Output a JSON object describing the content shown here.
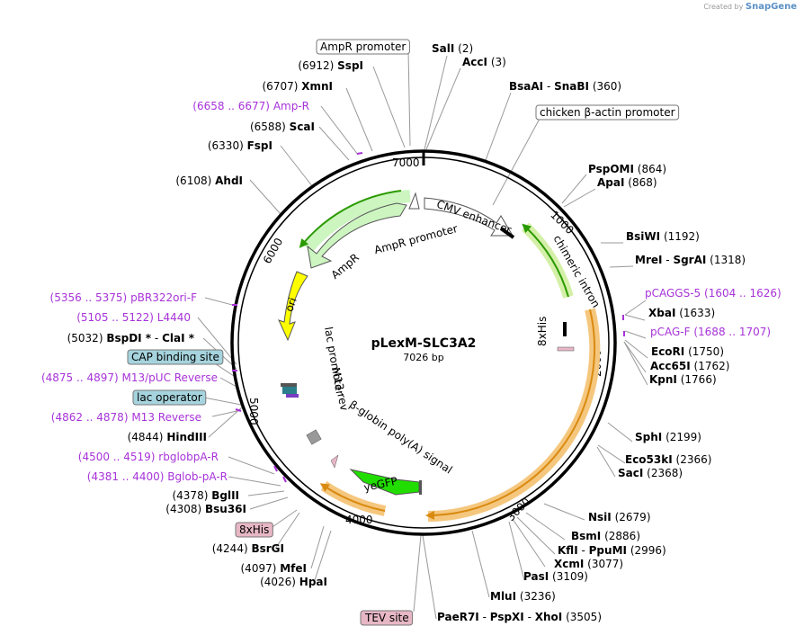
{
  "branding": {
    "created_by": "Created by",
    "product": "SnapGene"
  },
  "plasmid": {
    "name": "pLexM-SLC3A2",
    "length_label": "7026 bp",
    "length_bp": 7026
  },
  "ticks": [
    "1000",
    "2000",
    "3000",
    "4000",
    "5000",
    "6000",
    "7000"
  ],
  "features": {
    "ampr_promoter": "AmpR promoter",
    "cmv_enhancer": "CMV enhancer",
    "chimeric_intron": "chimeric intron",
    "ampr": "AmpR",
    "ori": "ori",
    "lac_promoter": "lac promoter",
    "m13_rev": "M13 rev",
    "his8": "8xHis",
    "beta_globin": "β-globin poly(A) signal",
    "yegfp": "yeGFP"
  },
  "colors": {
    "ampr": "#ccf5c0",
    "ori": "#ffff00",
    "yegfp": "#22dd00",
    "primer": "#a733d8",
    "orf": "#f5c77e",
    "tag": "#e7b7c6",
    "cap": "#a6d4de"
  },
  "labels": [
    {
      "id": "sali",
      "name": "SalI",
      "pos": "(2)",
      "kind": "enzyme"
    },
    {
      "id": "acci",
      "name": "AccI",
      "pos": "(3)",
      "kind": "enzyme"
    },
    {
      "id": "bsaai",
      "name": "BsaAI",
      "sep": " - ",
      "name2": "SnaBI",
      "pos": "(360)",
      "kind": "enzyme"
    },
    {
      "id": "chicken-actin",
      "name": "chicken β-actin promoter",
      "kind": "boxed"
    },
    {
      "id": "pspomi",
      "name": "PspOMI",
      "pos": "(864)",
      "kind": "enzyme"
    },
    {
      "id": "apai",
      "name": "ApaI",
      "pos": "(868)",
      "kind": "enzyme"
    },
    {
      "id": "bsiwi",
      "name": "BsiWI",
      "pos": "(1192)",
      "kind": "enzyme"
    },
    {
      "id": "mrei",
      "name": "MreI",
      "sep": " - ",
      "name2": "SgrAI",
      "pos": "(1318)",
      "kind": "enzyme"
    },
    {
      "id": "pcaggs5",
      "name": "pCAGGS-5",
      "pos": "(1604 .. 1626)",
      "kind": "primer"
    },
    {
      "id": "xbai",
      "name": "XbaI",
      "pos": "(1633)",
      "kind": "enzyme"
    },
    {
      "id": "pcagf",
      "name": "pCAG-F",
      "pos": "(1688 .. 1707)",
      "kind": "primer"
    },
    {
      "id": "ecori",
      "name": "EcoRI",
      "pos": "(1750)",
      "kind": "enzyme"
    },
    {
      "id": "acc65i",
      "name": "Acc65I",
      "pos": "(1762)",
      "kind": "enzyme"
    },
    {
      "id": "kpni",
      "name": "KpnI",
      "pos": "(1766)",
      "kind": "enzyme"
    },
    {
      "id": "sphi",
      "name": "SphI",
      "pos": "(2199)",
      "kind": "enzyme"
    },
    {
      "id": "eco53ki",
      "name": "Eco53kI",
      "pos": "(2366)",
      "kind": "enzyme"
    },
    {
      "id": "saci",
      "name": "SacI",
      "pos": "(2368)",
      "kind": "enzyme"
    },
    {
      "id": "nsii",
      "name": "NsiI",
      "pos": "(2679)",
      "kind": "enzyme"
    },
    {
      "id": "bsmi",
      "name": "BsmI",
      "pos": "(2886)",
      "kind": "enzyme"
    },
    {
      "id": "kfli",
      "name": "KflI",
      "sep": " - ",
      "name2": "PpuMI",
      "pos": "(2996)",
      "kind": "enzyme"
    },
    {
      "id": "xcmi",
      "name": "XcmI",
      "pos": "(3077)",
      "kind": "enzyme"
    },
    {
      "id": "pasi",
      "name": "PasI",
      "pos": "(3109)",
      "kind": "enzyme"
    },
    {
      "id": "mlui",
      "name": "MluI",
      "pos": "(3236)",
      "kind": "enzyme"
    },
    {
      "id": "paer7i",
      "name": "PaeR7I",
      "sep": " - ",
      "name2": "PspXI",
      "sep2": " - ",
      "name3": "XhoI",
      "pos": "(3505)",
      "kind": "enzyme"
    },
    {
      "id": "tev",
      "name": "TEV site",
      "kind": "tag"
    },
    {
      "id": "hpai",
      "name": "HpaI",
      "pos": "(4026)",
      "kind": "enzyme"
    },
    {
      "id": "mfei",
      "name": "MfeI",
      "pos": "(4097)",
      "kind": "enzyme"
    },
    {
      "id": "bsrgi",
      "name": "BsrGI",
      "pos": "(4244)",
      "kind": "enzyme"
    },
    {
      "id": "his8tag",
      "name": "8xHis",
      "kind": "tag"
    },
    {
      "id": "bsu36i",
      "name": "Bsu36I",
      "pos": "(4308)",
      "kind": "enzyme"
    },
    {
      "id": "bglii",
      "name": "BglII",
      "pos": "(4378)",
      "kind": "enzyme"
    },
    {
      "id": "bglob",
      "name": "Bglob-pA-R",
      "pos": "(4381 .. 4400)",
      "kind": "primer"
    },
    {
      "id": "rbglob",
      "name": "rbglobpA-R",
      "pos": "(4500 .. 4519)",
      "kind": "primer"
    },
    {
      "id": "hindiii",
      "name": "HindIII",
      "pos": "(4844)",
      "kind": "enzyme"
    },
    {
      "id": "m13rev",
      "name": "M13 Reverse",
      "pos": "(4862 .. 4878)",
      "kind": "primer"
    },
    {
      "id": "lacop",
      "name": "lac operator",
      "kind": "cap"
    },
    {
      "id": "m13puc",
      "name": "M13/pUC Reverse",
      "pos": "(4875 .. 4897)",
      "kind": "primer"
    },
    {
      "id": "capbs",
      "name": "CAP binding site",
      "kind": "cap"
    },
    {
      "id": "bspdi",
      "name": "BspDI *",
      "sep": "  -  ",
      "name2": "ClaI *",
      "pos": "(5032)",
      "kind": "enzyme"
    },
    {
      "id": "l4440",
      "name": "L4440",
      "pos": "(5105 .. 5122)",
      "kind": "primer"
    },
    {
      "id": "pbr322",
      "name": "pBR322ori-F",
      "pos": "(5356 .. 5375)",
      "kind": "primer"
    },
    {
      "id": "ahdi",
      "name": "AhdI",
      "pos": "(6108)",
      "kind": "enzyme"
    },
    {
      "id": "fspi",
      "name": "FspI",
      "pos": "(6330)",
      "kind": "enzyme"
    },
    {
      "id": "scai",
      "name": "ScaI",
      "pos": "(6588)",
      "kind": "enzyme"
    },
    {
      "id": "ampr-primer",
      "name": "Amp-R",
      "pos": "(6658 .. 6677)",
      "kind": "primer"
    },
    {
      "id": "xmni",
      "name": "XmnI",
      "pos": "(6707)",
      "kind": "enzyme"
    },
    {
      "id": "sspi",
      "name": "SspI",
      "pos": "(6912)",
      "kind": "enzyme"
    },
    {
      "id": "ampr-prom-box",
      "name": "AmpR promoter",
      "kind": "boxed"
    }
  ]
}
